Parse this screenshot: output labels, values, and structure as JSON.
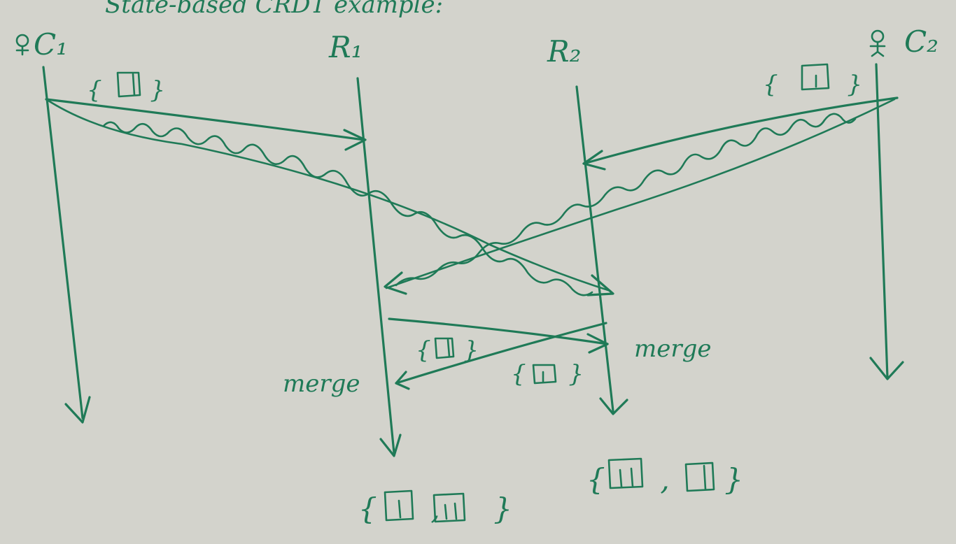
{
  "title": "State-based CRDT example:",
  "participants": {
    "client1": "C₁",
    "replica1": "R₁",
    "replica2": "R₂",
    "client2": "C₂"
  },
  "messages": {
    "client1_send": "{ }",
    "client2_send": "{ }",
    "r1_to_r2_state": "{ }",
    "r2_to_r1_state": "{ }"
  },
  "events": {
    "merge_r1": "merge",
    "merge_r2": "merge"
  },
  "results": {
    "r1_final": "{ , }",
    "r2_final": "{ , }"
  },
  "colors": {
    "ink": "#1f7a57",
    "board": "#d3d3cc"
  }
}
